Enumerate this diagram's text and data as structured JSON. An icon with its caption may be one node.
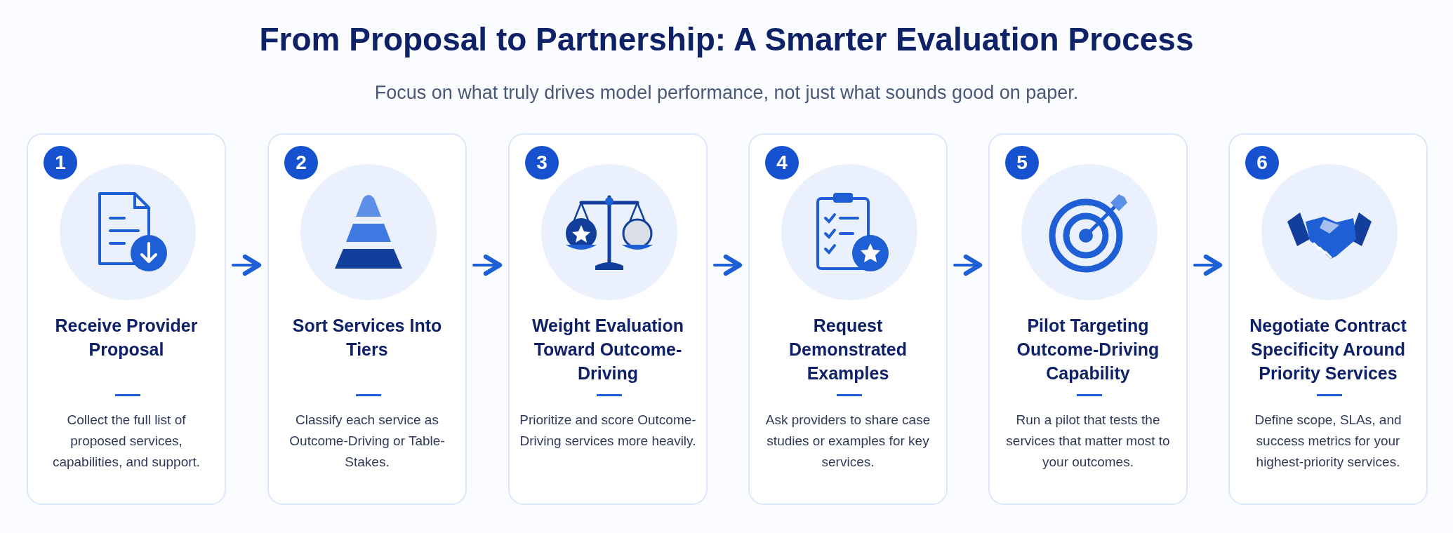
{
  "diagram": {
    "title": "From Proposal to Partnership: A Smarter Evaluation Process",
    "nodes": [
      {
        "text": [
          "1",
          "Receive Provider Proposal",
          "Collect the full list of proposed services, capabilities, and support."
        ]
      },
      {
        "text": [
          "2",
          "Sort Services Into Tiers",
          "Classify each service as Outcome-Driving or Table-Stakes."
        ]
      },
      {
        "text": [
          "3",
          "Weight Evaluation Toward Outcome-Driving",
          "Prioritize and score Outcome-Driving services more heavily."
        ]
      },
      {
        "text": [
          "4",
          "Request Demonstrated Examples",
          "Ask providers to share case studies or examples for key services."
        ]
      },
      {
        "text": [
          "5",
          "Pilot Targeting Outcome-Driving Capability",
          "Run a pilot that tests the services that matter most to your outcomes."
        ]
      },
      {
        "text": [
          "6",
          "Negotiate Contract Specificity Around Priority Services",
          "Define scope, SLAs, and success metrics for your highest-priority services."
        ]
      }
    ],
    "edges": [
      {
        "from": 0,
        "to": 1,
        "arrow": "to"
      },
      {
        "from": 1,
        "to": 2,
        "arrow": "to"
      },
      {
        "from": 2,
        "to": 3,
        "arrow": "to"
      },
      {
        "from": 3,
        "to": 4,
        "arrow": "to"
      },
      {
        "from": 4,
        "to": 5,
        "arrow": "to"
      }
    ],
    "labels": [
      "Focus on what truly drives model performance, not just what sounds good on paper."
    ]
  }
}
